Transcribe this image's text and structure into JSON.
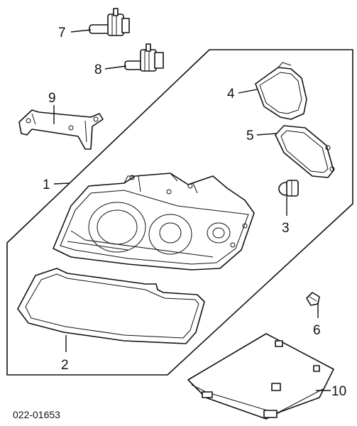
{
  "diagram": {
    "figure_code": "022-01653",
    "callouts": [
      "1",
      "2",
      "3",
      "4",
      "5",
      "6",
      "7",
      "8",
      "9",
      "10"
    ]
  }
}
